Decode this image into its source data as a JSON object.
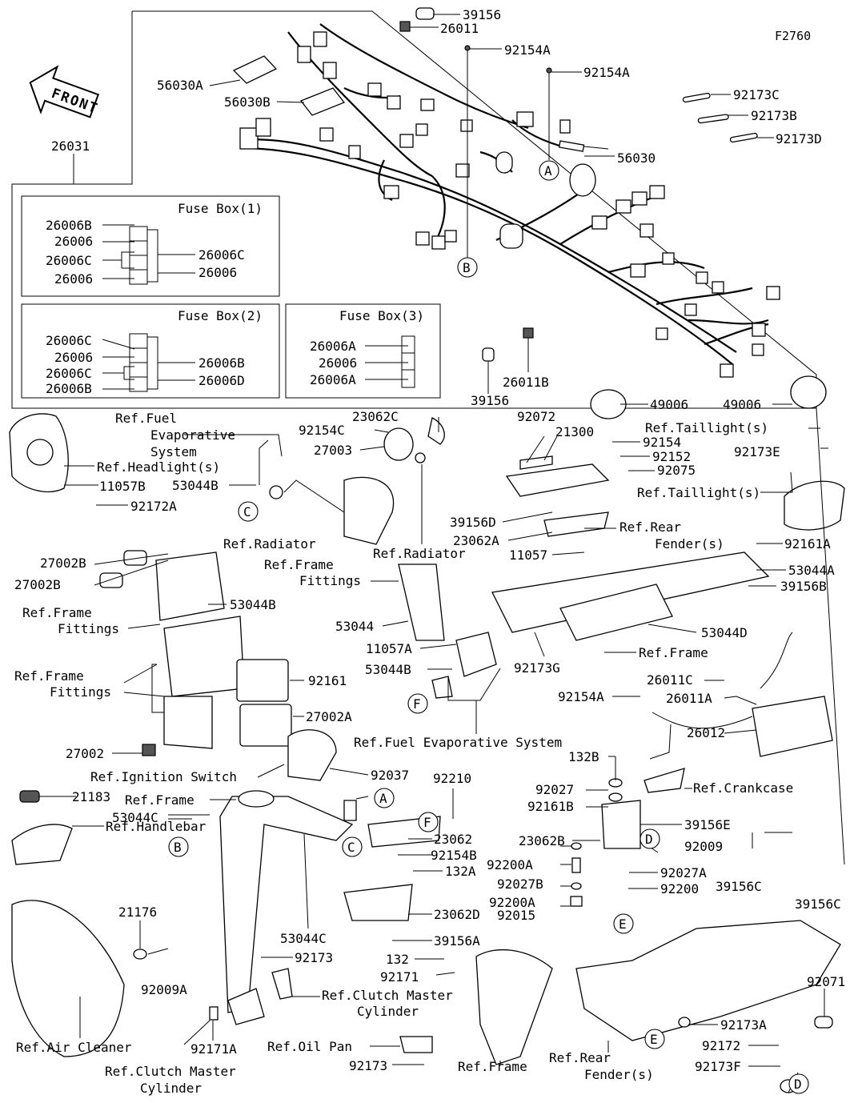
{
  "figure_id": "F2760",
  "front_label": "FRONT",
  "fuse_boxes": [
    {
      "title": "Fuse Box(1)",
      "left_labels": [
        "26006B",
        "26006",
        "26006C",
        "26006"
      ],
      "right_labels": [
        "26006C",
        "26006"
      ]
    },
    {
      "title": "Fuse Box(2)",
      "left_labels": [
        "26006C",
        "26006",
        "26006C",
        "26006B"
      ],
      "right_labels": [
        "26006B",
        "26006D"
      ]
    },
    {
      "title": "Fuse Box(3)",
      "left_labels": [
        "26006A",
        "26006",
        "26006A"
      ]
    }
  ],
  "callouts": [
    "A",
    "B",
    "C",
    "D",
    "E",
    "F"
  ],
  "labels": {
    "p39156_top": "39156",
    "p26011": "26011",
    "p92154A_1": "92154A",
    "p92154A_2": "92154A",
    "p56030A": "56030A",
    "p56030B": "56030B",
    "p56030": "56030",
    "p92173C": "92173C",
    "p92173B": "92173B",
    "p92173D": "92173D",
    "p26031": "26031",
    "p39156_mid": "39156",
    "p26011B": "26011B",
    "p49006_1": "49006",
    "p49006_2": "49006",
    "ref_fuel_evap_1": "Ref.Fuel",
    "ref_fuel_evap_2": "Evaporative",
    "ref_fuel_evap_3": "System",
    "p92154C": "92154C",
    "p23062C": "23062C",
    "p27003": "27003",
    "ref_headlight": "Ref.Headlight(s)",
    "p53044B_1": "53044B",
    "p11057B": "11057B",
    "p92172A": "92172A",
    "ref_radiator_1": "Ref.Radiator",
    "ref_radiator_2": "Ref.Radiator",
    "p92072": "92072",
    "p21300": "21300",
    "p92154": "92154",
    "p92152": "92152",
    "p92075": "92075",
    "ref_taillight_1": "Ref.Taillight(s)",
    "p92173E": "92173E",
    "ref_taillight_2": "Ref.Taillight(s)",
    "p39156D": "39156D",
    "p23062A": "23062A",
    "ref_rear_fender_1a": "Ref.Rear",
    "ref_rear_fender_1b": "Fender(s)",
    "p11057": "11057",
    "p92161A": "92161A",
    "p53044A": "53044A",
    "p39156B": "39156B",
    "p27002B_1": "27002B",
    "p27002B_2": "27002B",
    "ref_frame_fittings_1a": "Ref.Frame",
    "ref_frame_fittings_1b": "Fittings",
    "p53044B_2": "53044B",
    "ref_frame_fittings_2a": "Ref.Frame",
    "ref_frame_fittings_2b": "Fittings",
    "ref_frame_fittings_3a": "Ref.Frame",
    "ref_frame_fittings_3b": "Fittings",
    "p53044": "53044",
    "p11057A": "11057A",
    "p53044B_3": "53044B",
    "p92173G": "92173G",
    "p53044D": "53044D",
    "ref_frame_1": "Ref.Frame",
    "p92161": "92161",
    "p27002A": "27002A",
    "p27002": "27002",
    "ref_ignition": "Ref.Ignition Switch",
    "p92037": "92037",
    "ref_fuel_evap_bottom": "Ref.Fuel Evaporative System",
    "p26011C": "26011C",
    "p92154A_3": "92154A",
    "p26011A": "26011A",
    "p26012": "26012",
    "p132B": "132B",
    "p92027": "92027",
    "p92161B": "92161B",
    "ref_crankcase": "Ref.Crankcase",
    "p21183": "21183",
    "ref_frame_2": "Ref.Frame",
    "p92210": "92210",
    "ref_handlebar": "Ref.Handlebar",
    "p23062": "23062",
    "p92154B": "92154B",
    "p39156E": "39156E",
    "p23062B": "23062B",
    "p92009": "92009",
    "p92200A_1": "92200A",
    "p92027A": "92027A",
    "p92027B": "92027B",
    "p92200": "92200",
    "p92200A_2": "92200A",
    "p92015": "92015",
    "p53044C_1": "53044C",
    "p132A": "132A",
    "p23062D": "23062D",
    "p39156C_1": "39156C",
    "p39156C_2": "39156C",
    "p53044C_2": "53044C",
    "p39156A": "39156A",
    "p21176": "21176",
    "p92009A": "92009A",
    "p92173_1": "92173",
    "p132": "132",
    "p92171": "92171",
    "ref_clutch_1a": "Ref.Clutch Master",
    "ref_clutch_1b": "Cylinder",
    "p92071": "92071",
    "p92173A": "92173A",
    "ref_air_cleaner": "Ref.Air Cleaner",
    "p92171A": "92171A",
    "ref_oil_pan": "Ref.Oil Pan",
    "ref_frame_3": "Ref.Frame",
    "ref_rear_fender_2a": "Ref.Rear",
    "ref_rear_fender_2b": "Fender(s)",
    "p92172": "92172",
    "p92173F": "92173F",
    "ref_clutch_2a": "Ref.Clutch Master",
    "ref_clutch_2b": "Cylinder",
    "p92173_2": "92173"
  }
}
